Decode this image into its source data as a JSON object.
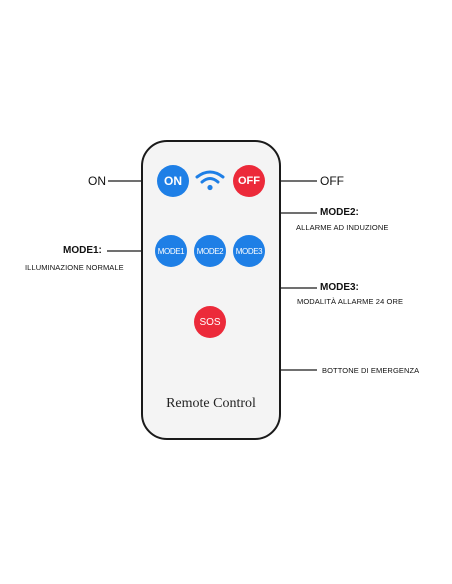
{
  "remote": {
    "label": "Remote Control",
    "buttons": {
      "on": "ON",
      "off": "OFF",
      "mode1": "MODE1",
      "mode2": "MODE2",
      "mode3": "MODE3",
      "sos": "SOS"
    },
    "wifi_icon": "wifi-icon"
  },
  "callouts": {
    "on": "ON",
    "off": "OFF",
    "mode1_title": "MODE1:",
    "mode1_desc": "ILLUMINAZIONE NORMALE",
    "mode2_title": "MODE2:",
    "mode2_desc": "ALLARME AD INDUZIONE",
    "mode3_title": "MODE3:",
    "mode3_desc": "MODALITÀ ALLARME 24 ORE",
    "sos_desc": "BOTTONE DI EMERGENZA"
  },
  "colors": {
    "blue_button": "#1e7fe6",
    "red_button": "#ec2a3a",
    "remote_body": "#f4f4f4",
    "outline": "#1a1a1a"
  }
}
